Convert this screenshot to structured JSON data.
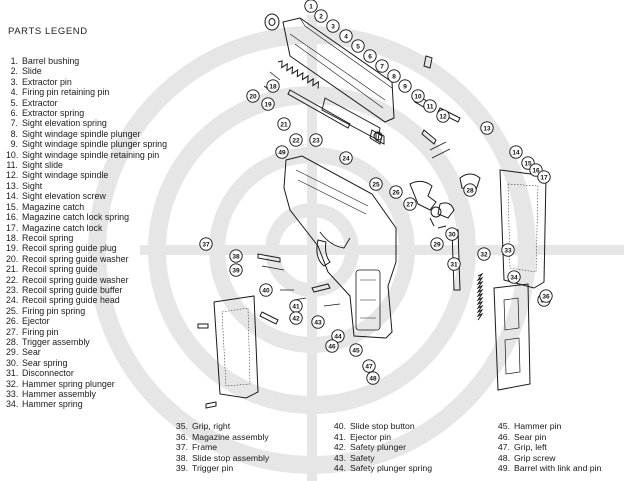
{
  "title": "PARTS LEGEND",
  "legend": [
    {
      "n": "1.",
      "label": "Barrel bushing"
    },
    {
      "n": "2.",
      "label": "Slide"
    },
    {
      "n": "3.",
      "label": "Extractor pin"
    },
    {
      "n": "4.",
      "label": "Firing pin retaining pin"
    },
    {
      "n": "5.",
      "label": "Extractor"
    },
    {
      "n": "6.",
      "label": "Extractor spring"
    },
    {
      "n": "7.",
      "label": "Sight elevation spring"
    },
    {
      "n": "8.",
      "label": "Sight windage spindle plunger"
    },
    {
      "n": "9.",
      "label": "Sight windage spindle plunger spring"
    },
    {
      "n": "10.",
      "label": "Sight windage spindle retaining pin"
    },
    {
      "n": "11.",
      "label": "Sight slide"
    },
    {
      "n": "12.",
      "label": "Sight windage spindle"
    },
    {
      "n": "13.",
      "label": "Sight"
    },
    {
      "n": "14.",
      "label": "Sight elevation screw"
    },
    {
      "n": "15.",
      "label": "Magazine catch"
    },
    {
      "n": "16.",
      "label": "Magazine catch lock spring"
    },
    {
      "n": "17.",
      "label": "Magazine catch lock"
    },
    {
      "n": "18.",
      "label": "Recoil spring"
    },
    {
      "n": "19.",
      "label": "Recoil spring guide plug"
    },
    {
      "n": "20.",
      "label": "Recoil spring guide washer"
    },
    {
      "n": "21.",
      "label": "Recoil spring guide"
    },
    {
      "n": "22.",
      "label": "Recoil spring guide washer"
    },
    {
      "n": "23.",
      "label": "Recoil spring guide buffer"
    },
    {
      "n": "24.",
      "label": "Recoil spring guide head"
    },
    {
      "n": "25.",
      "label": "Firing pin spring"
    },
    {
      "n": "26.",
      "label": "Ejector"
    },
    {
      "n": "27.",
      "label": "Firing pin"
    },
    {
      "n": "28.",
      "label": "Trigger assembly"
    },
    {
      "n": "29.",
      "label": "Sear"
    },
    {
      "n": "30.",
      "label": "Sear spring"
    },
    {
      "n": "31.",
      "label": "Disconnector"
    },
    {
      "n": "32.",
      "label": "Hammer spring plunger"
    },
    {
      "n": "33.",
      "label": "Hammer assembly"
    },
    {
      "n": "34.",
      "label": "Hammer spring"
    }
  ],
  "columns": [
    [
      {
        "n": "35.",
        "label": "Grip, right"
      },
      {
        "n": "36.",
        "label": "Magazine assembly"
      },
      {
        "n": "37.",
        "label": "Frame"
      },
      {
        "n": "38.",
        "label": "Slide stop assembly"
      },
      {
        "n": "39.",
        "label": "Trigger pin"
      }
    ],
    [
      {
        "n": "40.",
        "label": "Slide stop button"
      },
      {
        "n": "41.",
        "label": "Ejector pin"
      },
      {
        "n": "42.",
        "label": "Safety plunger"
      },
      {
        "n": "43.",
        "label": "Safety"
      },
      {
        "n": "44.",
        "label": "Safety plunger spring"
      }
    ],
    [
      {
        "n": "45.",
        "label": "Hammer pin"
      },
      {
        "n": "46.",
        "label": "Sear pin"
      },
      {
        "n": "47.",
        "label": "Grip, left"
      },
      {
        "n": "48.",
        "label": "Grip screw"
      },
      {
        "n": "49.",
        "label": "Barrel with link and pin"
      }
    ]
  ],
  "callouts": [
    "1",
    "2",
    "3",
    "4",
    "5",
    "6",
    "7",
    "8",
    "9",
    "10",
    "11",
    "12",
    "13",
    "14",
    "15",
    "16",
    "17",
    "18",
    "19",
    "20",
    "21",
    "22",
    "23",
    "24",
    "25",
    "26",
    "27",
    "28",
    "29",
    "30",
    "31",
    "32",
    "33",
    "34",
    "35",
    "36",
    "37",
    "38",
    "39",
    "40",
    "41",
    "42",
    "43",
    "44",
    "45",
    "46",
    "47",
    "48",
    "49"
  ],
  "colors": {
    "ink": "#1a1a1a",
    "watermark": "#e4e4e4"
  }
}
